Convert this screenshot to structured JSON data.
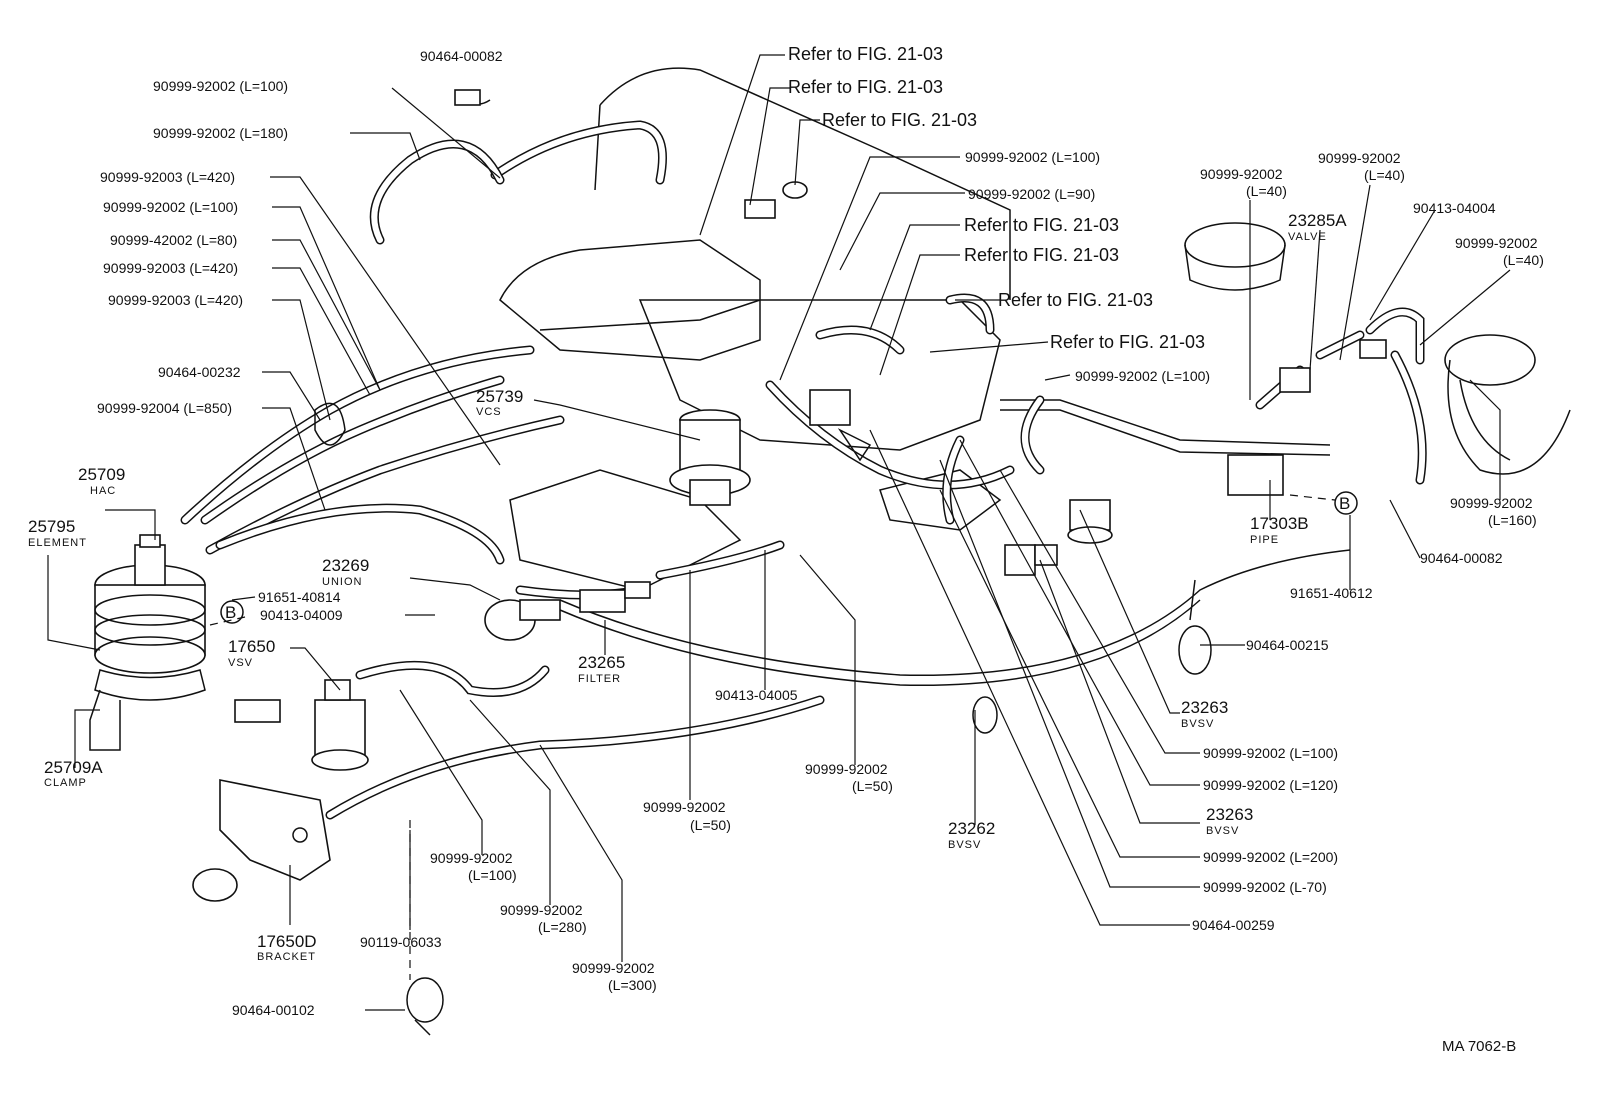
{
  "labels": {
    "p1": "90464-00082",
    "p2": "90999-92002 (L=100)",
    "p3": "90999-92002 (L=180)",
    "p4": "90999-92003 (L=420)",
    "p5": "90999-92002 (L=100)",
    "p6": "90999-42002 (L=80)",
    "p7": "90999-92003 (L=420)",
    "p8": "90999-92003 (L=420)",
    "p9": "90464-00232",
    "p10": "90999-92004 (L=850)",
    "hac_num": "25709",
    "hac_name": "HAC",
    "elem_num": "25795",
    "elem_name": "ELEMENT",
    "b_left": "B",
    "p11": "91651-40814",
    "p12": "90413-04009",
    "vsv_num": "17650",
    "vsv_name": "VSV",
    "clamp_num": "25709A",
    "clamp_name": "CLAMP",
    "union_num": "23269",
    "union_name": "UNION",
    "vcs_num": "25739",
    "vcs_name": "VCS",
    "filter_num": "23265",
    "filter_name": "FILTER",
    "bracket_num": "17650D",
    "bracket_name": "BRACKET",
    "p13": "90119-06033",
    "p14": "90464-00102",
    "p15": "90999-92002",
    "p15b": "(L=100)",
    "p16": "90999-92002",
    "p16b": "(L=280)",
    "p17": "90999-92002",
    "p17b": "(L=300)",
    "p18": "90999-92002",
    "p18b": "(L=50)",
    "p19": "90413-04005",
    "p20": "90999-92002",
    "p20b": "(L=50)",
    "ref1": "Refer to FIG. 21-03",
    "ref2": "Refer to FIG. 21-03",
    "ref3": "Refer to FIG. 21-03",
    "ref4": "Refer to FIG. 21-03",
    "ref5": "Refer to FIG. 21-03",
    "ref6": "Refer to FIG. 21-03",
    "ref7": "Refer to FIG. 21-03",
    "p21": "90999-92002 (L=100)",
    "p22": "90999-92002 (L=90)",
    "p23": "90999-92002 (L=100)",
    "p24": "90999-92002",
    "p24b": "(L=40)",
    "p25": "90999-92002",
    "p25b": "(L=40)",
    "valve_num": "23285A",
    "valve_name": "VALVE",
    "p26": "90413-04004",
    "p27": "90999-92002",
    "p27b": "(L=40)",
    "p28": "90999-92002",
    "p28b": "(L=160)",
    "pipe_num": "17303B",
    "pipe_name": "PIPE",
    "b_right": "B",
    "p29": "90464-00082",
    "p30": "91651-40612",
    "p31": "90464-00215",
    "bvsv1_num": "23263",
    "bvsv1_name": "BVSV",
    "p32": "90999-92002 (L=100)",
    "p33": "90999-92002 (L=120)",
    "bvsv2_num": "23263",
    "bvsv2_name": "BVSV",
    "bvsv3_num": "23262",
    "bvsv3_name": "BVSV",
    "p34": "90999-92002 (L=200)",
    "p35": "90999-92002 (L-70)",
    "p36": "90464-00259",
    "code": "MA  7062-B"
  }
}
